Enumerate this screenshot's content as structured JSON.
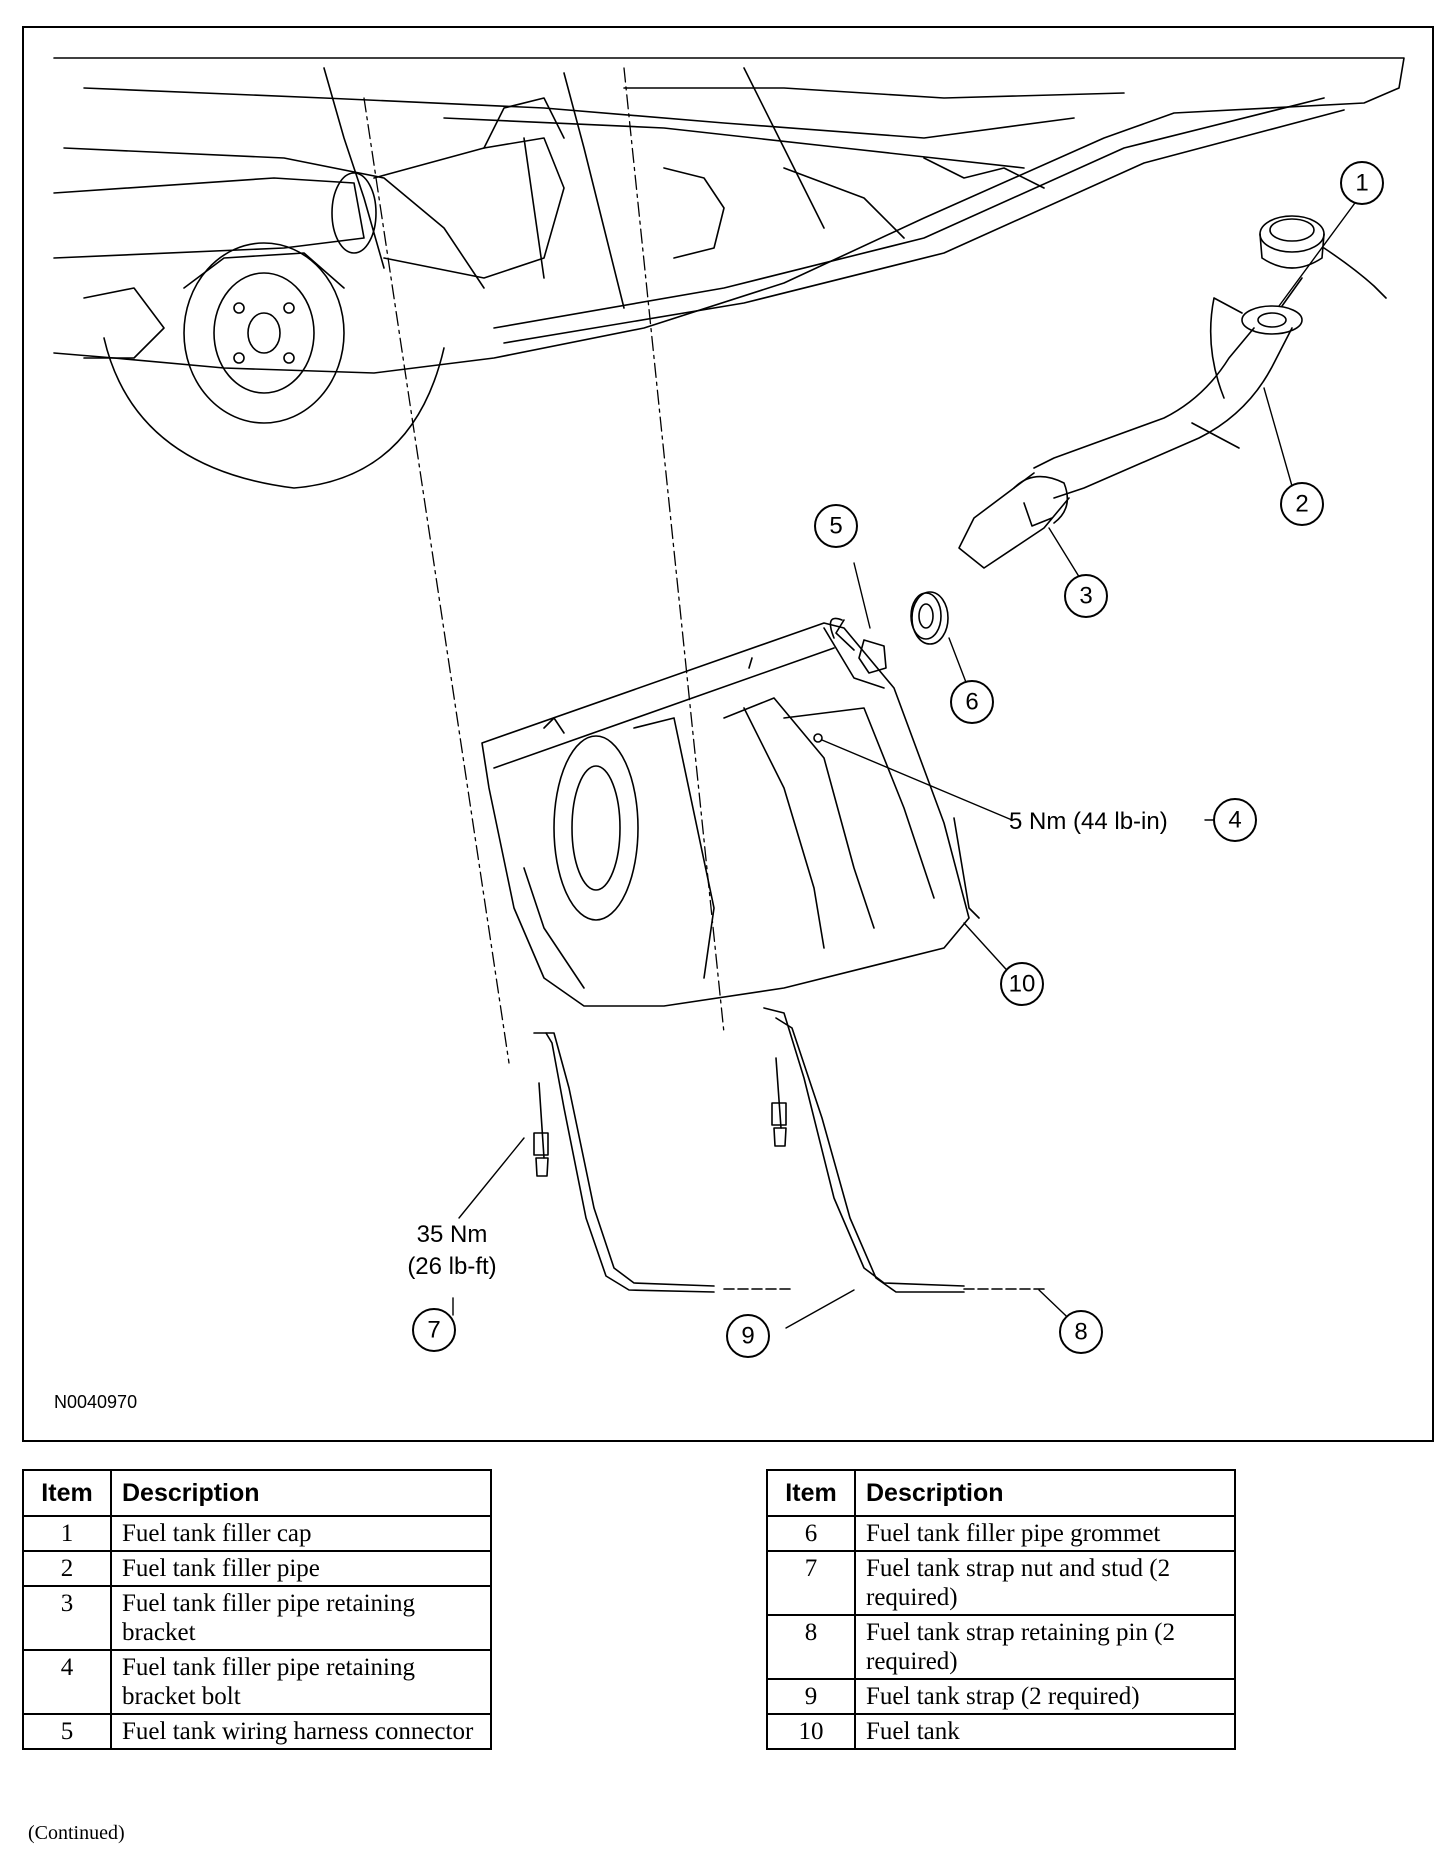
{
  "figure": {
    "id": "N0040970",
    "callouts": [
      "1",
      "2",
      "3",
      "4",
      "5",
      "6",
      "7",
      "8",
      "9",
      "10"
    ],
    "torque_4": "5 Nm (44 lb-in)",
    "torque_7_line1": "35 Nm",
    "torque_7_line2": "(26 lb-ft)"
  },
  "legend": {
    "header_item": "Item",
    "header_description": "Description",
    "left": [
      {
        "item": "1",
        "description": "Fuel tank filler cap"
      },
      {
        "item": "2",
        "description": "Fuel tank filler pipe"
      },
      {
        "item": "3",
        "description": "Fuel tank filler pipe retaining bracket"
      },
      {
        "item": "4",
        "description": "Fuel tank filler pipe retaining bracket bolt"
      },
      {
        "item": "5",
        "description": "Fuel tank wiring harness connector"
      }
    ],
    "right": [
      {
        "item": "6",
        "description": "Fuel tank filler pipe grommet"
      },
      {
        "item": "7",
        "description": "Fuel tank strap nut and stud (2 required)"
      },
      {
        "item": "8",
        "description": "Fuel tank strap retaining pin (2 required)"
      },
      {
        "item": "9",
        "description": "Fuel tank strap (2 required)"
      },
      {
        "item": "10",
        "description": "Fuel tank"
      }
    ]
  },
  "footer": {
    "continued": "(Continued)"
  }
}
